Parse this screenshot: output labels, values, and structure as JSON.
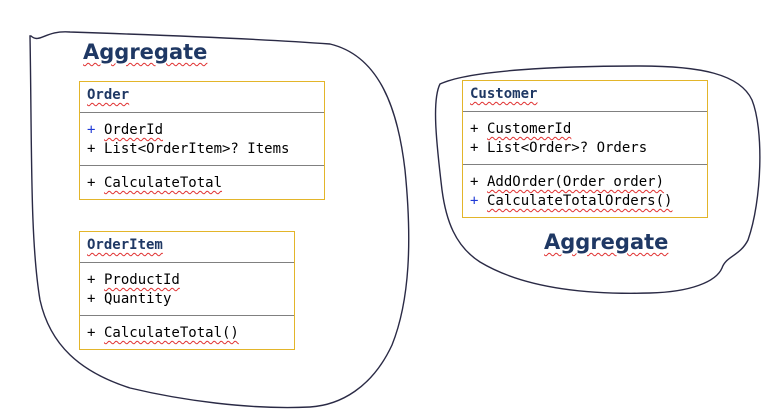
{
  "colors": {
    "title": "#1f3864",
    "box_border": "#e3b52a",
    "divider": "#808080",
    "blue_plus": "#1f3ad6",
    "squiggle": "#e03030"
  },
  "left_group": {
    "title": "Aggregate",
    "order": {
      "name": "Order",
      "attributes": [
        {
          "vis": "+",
          "text": "OrderId"
        },
        {
          "vis": "+",
          "text": "List<OrderItem>? Items"
        }
      ],
      "methods": [
        {
          "vis": "+",
          "text": "CalculateTotal"
        }
      ]
    },
    "order_item": {
      "name": "OrderItem",
      "attributes": [
        {
          "vis": "+",
          "text": "ProductId"
        },
        {
          "vis": "+",
          "text": "Quantity"
        }
      ],
      "methods": [
        {
          "vis": "+",
          "text": "CalculateTotal()"
        }
      ]
    }
  },
  "right_group": {
    "title": "Aggregate",
    "customer": {
      "name": "Customer",
      "attributes": [
        {
          "vis": "+",
          "text": "CustomerId"
        },
        {
          "vis": "+",
          "text": "List<Order>? Orders"
        }
      ],
      "methods": [
        {
          "vis": "+",
          "text": "AddOrder(Order order)"
        },
        {
          "vis": "+",
          "text": "CalculateTotalOrders()"
        }
      ]
    }
  }
}
